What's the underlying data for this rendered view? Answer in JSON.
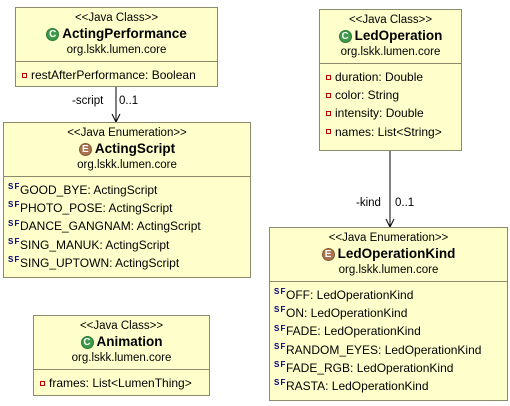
{
  "classes": {
    "acting_performance": {
      "stereotype": "<<Java Class>>",
      "name": "ActingPerformance",
      "package": "org.lskk.lumen.core",
      "icon": "class-icon",
      "attributes": [
        "restAfterPerformance: Boolean"
      ]
    },
    "led_operation": {
      "stereotype": "<<Java Class>>",
      "name": "LedOperation",
      "package": "org.lskk.lumen.core",
      "icon": "class-icon",
      "attributes": [
        "duration: Double",
        "color: String",
        "intensity: Double",
        "names: List<String>"
      ]
    },
    "acting_script": {
      "stereotype": "<<Java Enumeration>>",
      "name": "ActingScript",
      "package": "org.lskk.lumen.core",
      "icon": "enum-icon",
      "literals": [
        "GOOD_BYE: ActingScript",
        "PHOTO_POSE: ActingScript",
        "DANCE_GANGNAM: ActingScript",
        "SING_MANUK: ActingScript",
        "SING_UPTOWN: ActingScript"
      ]
    },
    "led_operation_kind": {
      "stereotype": "<<Java Enumeration>>",
      "name": "LedOperationKind",
      "package": "org.lskk.lumen.core",
      "icon": "enum-icon",
      "literals": [
        "OFF: LedOperationKind",
        "ON: LedOperationKind",
        "FADE: LedOperationKind",
        "RANDOM_EYES: LedOperationKind",
        "FADE_RGB: LedOperationKind",
        "RASTA: LedOperationKind"
      ]
    },
    "animation": {
      "stereotype": "<<Java Class>>",
      "name": "Animation",
      "package": "org.lskk.lumen.core",
      "icon": "class-icon",
      "attributes": [
        "frames: List<LumenThing>"
      ]
    }
  },
  "associations": [
    {
      "from": "ActingPerformance",
      "to": "ActingScript",
      "role": "-script",
      "multiplicity": "0..1"
    },
    {
      "from": "LedOperation",
      "to": "LedOperationKind",
      "role": "-kind",
      "multiplicity": "0..1"
    }
  ],
  "icons": {
    "class_badge": "C",
    "enum_badge": "E",
    "literal_marker": "S F"
  },
  "colors": {
    "box_fill": "#ffffcc",
    "box_border": "#8b8b6b",
    "class_badge": "#3c9a49",
    "enum_badge": "#a8754d",
    "private_marker": "#c00000",
    "static_final_marker": "#000080"
  }
}
